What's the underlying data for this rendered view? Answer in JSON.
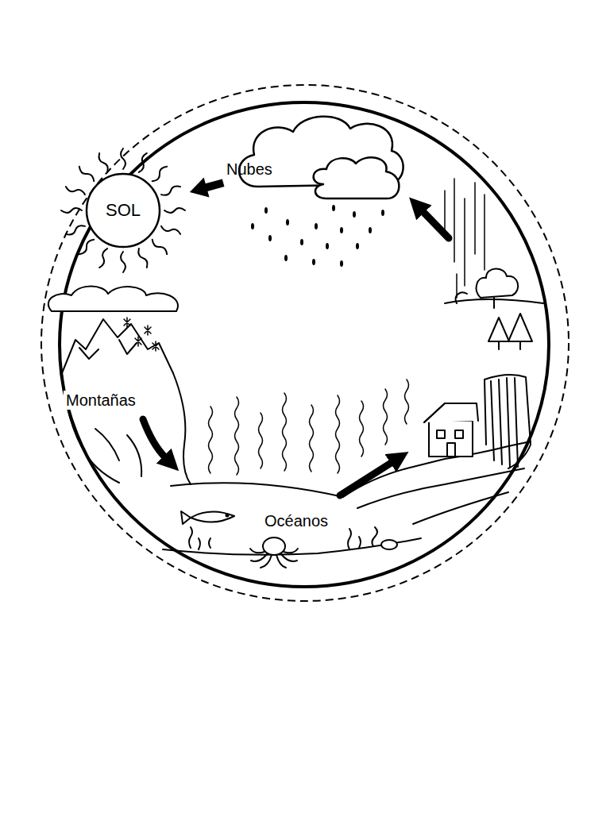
{
  "diagram": {
    "nodes": [
      {
        "text": [
          "Nubes"
        ]
      },
      {
        "text": [
          "SOL"
        ]
      }
    ],
    "edges": [
      {
        "from": 0,
        "to": 1,
        "arrow": "to"
      }
    ],
    "labels": [
      "Montañas",
      "Océanos"
    ]
  }
}
